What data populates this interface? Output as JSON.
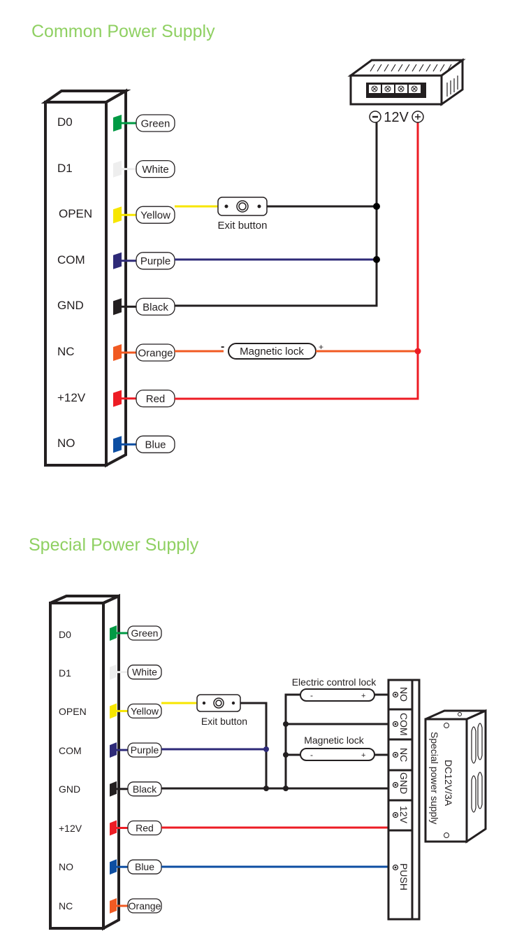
{
  "sections": [
    {
      "title": "Common Power Supply",
      "terminals": [
        {
          "pin": "D0",
          "wire": "Green",
          "color": "#009a44"
        },
        {
          "pin": "D1",
          "wire": "White",
          "color": "#eeeeee"
        },
        {
          "pin": "OPEN",
          "wire": "Yellow",
          "color": "#f7e600"
        },
        {
          "pin": "COM",
          "wire": "Purple",
          "color": "#2e2a78"
        },
        {
          "pin": "GND",
          "wire": "Black",
          "color": "#231f20"
        },
        {
          "pin": "NC",
          "wire": "Orange",
          "color": "#f15a22"
        },
        {
          "pin": "+12V",
          "wire": "Red",
          "color": "#ed1c24"
        },
        {
          "pin": "NO",
          "wire": "Blue",
          "color": "#0d4ea2"
        }
      ],
      "exit_button_label": "Exit button",
      "magnetic_lock_label": "Magnetic lock",
      "lock_minus": "-",
      "lock_plus": "+",
      "power_supply": {
        "voltage_label": "12V",
        "minus_symbol": "−",
        "plus_symbol": "+"
      }
    },
    {
      "title": "Special Power Supply",
      "terminals": [
        {
          "pin": "D0",
          "wire": "Green",
          "color": "#009a44"
        },
        {
          "pin": "D1",
          "wire": "White",
          "color": "#eeeeee"
        },
        {
          "pin": "OPEN",
          "wire": "Yellow",
          "color": "#f7e600"
        },
        {
          "pin": "COM",
          "wire": "Purple",
          "color": "#2e2a78"
        },
        {
          "pin": "GND",
          "wire": "Black",
          "color": "#231f20"
        },
        {
          "pin": "+12V",
          "wire": "Red",
          "color": "#ed1c24"
        },
        {
          "pin": "NO",
          "wire": "Blue",
          "color": "#0d4ea2"
        },
        {
          "pin": "NC",
          "wire": "Orange",
          "color": "#f15a22"
        }
      ],
      "exit_button_label": "Exit button",
      "electric_lock_label": "Electric control lock",
      "magnetic_lock_label": "Magnetic lock",
      "lock_minus": "-",
      "lock_plus": "+",
      "supply_terminals": [
        "NO",
        "COM",
        "NC",
        "GND",
        "12V",
        "PUSH"
      ],
      "supply_rating": "DC12V/3A",
      "supply_name": "Special power supply"
    }
  ]
}
